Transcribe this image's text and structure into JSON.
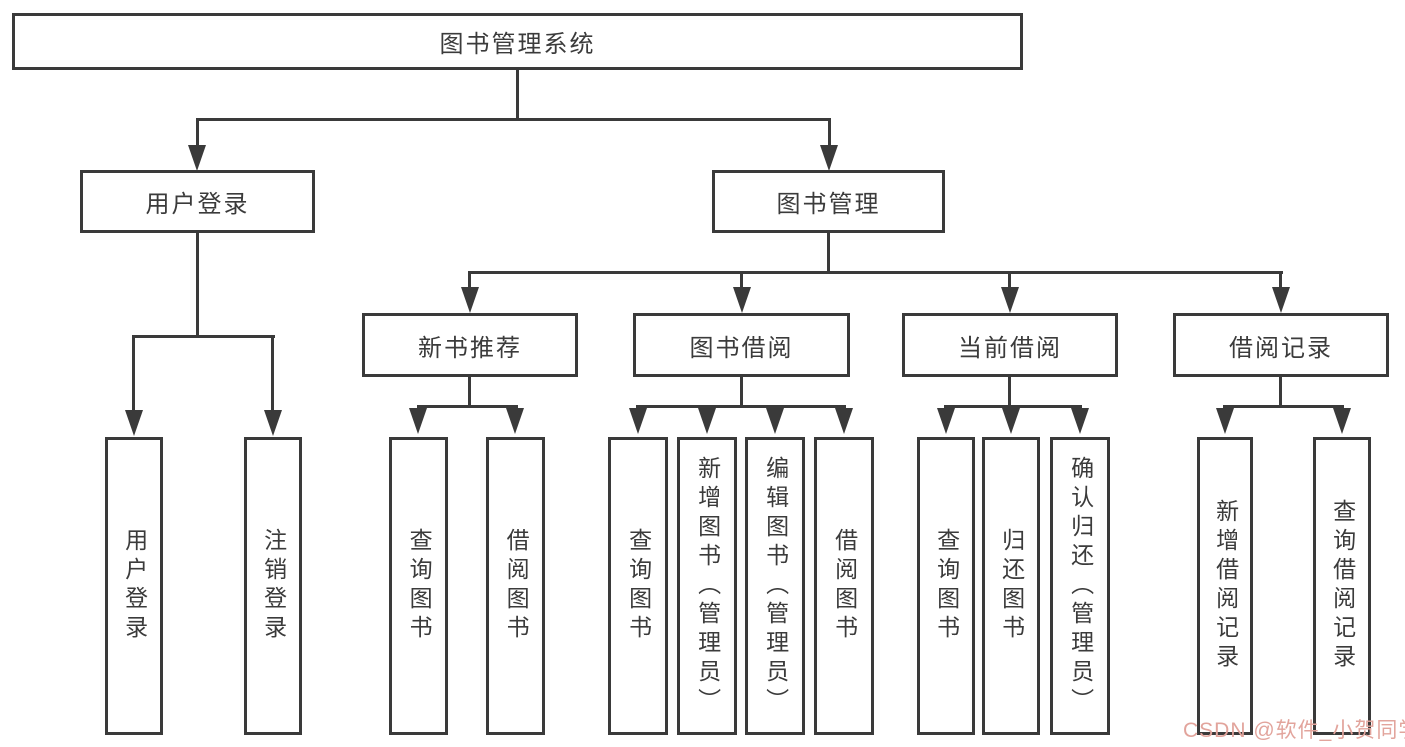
{
  "root": {
    "label": "图书管理系统"
  },
  "level2": [
    {
      "label": "用户登录",
      "children": [
        {
          "label": "用户登录"
        },
        {
          "label": "注销登录"
        }
      ]
    },
    {
      "label": "图书管理",
      "groups": [
        {
          "label": "新书推荐",
          "children": [
            {
              "label": "查询图书"
            },
            {
              "label": "借阅图书"
            }
          ]
        },
        {
          "label": "图书借阅",
          "children": [
            {
              "label": "查询图书"
            },
            {
              "label": "新增图书（管理员）"
            },
            {
              "label": "编辑图书（管理员）"
            },
            {
              "label": "借阅图书"
            }
          ]
        },
        {
          "label": "当前借阅",
          "children": [
            {
              "label": "查询图书"
            },
            {
              "label": "归还图书"
            },
            {
              "label": "确认归还（管理员）"
            }
          ]
        },
        {
          "label": "借阅记录",
          "children": [
            {
              "label": "新增借阅记录"
            },
            {
              "label": "查询借阅记录"
            }
          ]
        }
      ]
    }
  ],
  "watermark": "CSDN @软件_小贺同学",
  "colors": {
    "line": "#3a3a3a",
    "text": "#3b3b3b",
    "background": "#ffffff",
    "watermark": "#e2a49c"
  }
}
